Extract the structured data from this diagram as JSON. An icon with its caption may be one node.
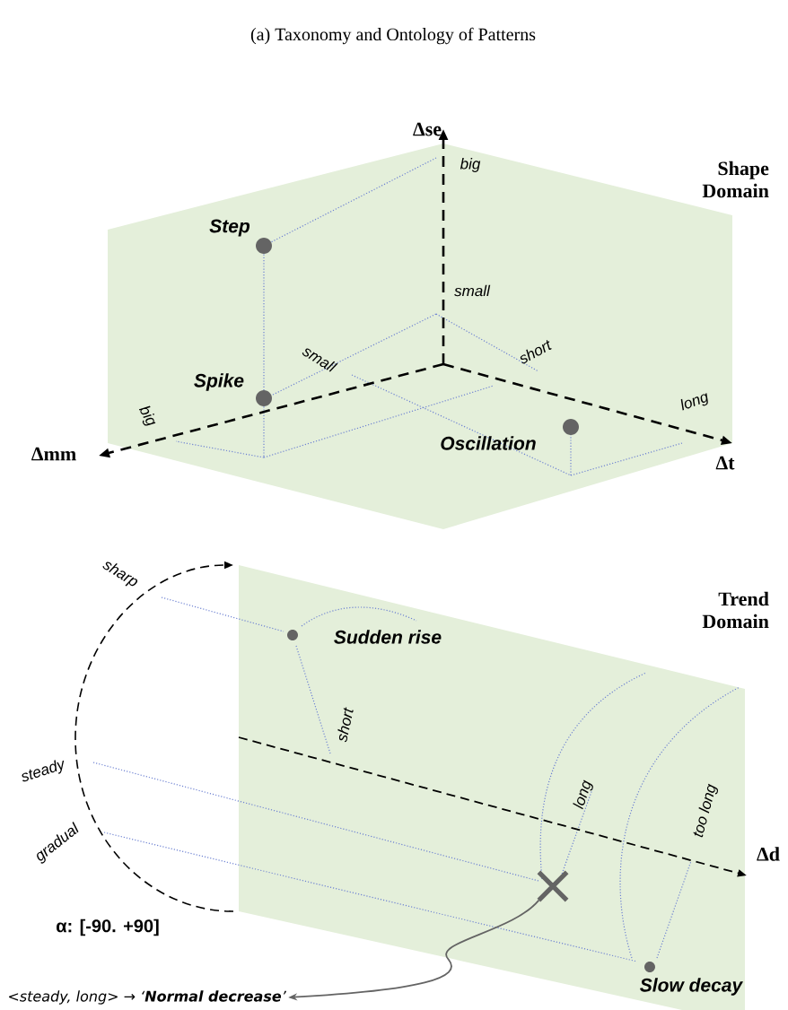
{
  "diagram": {
    "title": "(a) Taxonomy and Ontology of Patterns",
    "nodes": [
      {
        "text": [
          "Shape Domain"
        ]
      },
      {
        "text": [
          "Step"
        ]
      },
      {
        "text": [
          "Spike"
        ]
      },
      {
        "text": [
          "Oscillation"
        ]
      },
      {
        "text": [
          "Trend Domain"
        ]
      },
      {
        "text": [
          "Sudden rise"
        ]
      },
      {
        "text": [
          "Slow decay"
        ]
      },
      {
        "text": [],
        "shape": "cross"
      },
      {
        "text": [
          "<steady, long> → ‘**Normal decrease**’"
        ]
      }
    ],
    "edges": [
      {
        "from": 7,
        "to": 8,
        "arrow": "to"
      }
    ],
    "labels": [
      "Δse",
      "big",
      "small",
      "small",
      "short",
      "Δmm",
      "big",
      "long",
      "Δt",
      "sharp",
      "short",
      "steady",
      "long",
      "too long",
      "gradual",
      "Δd",
      "α: [-90. +90]"
    ]
  }
}
